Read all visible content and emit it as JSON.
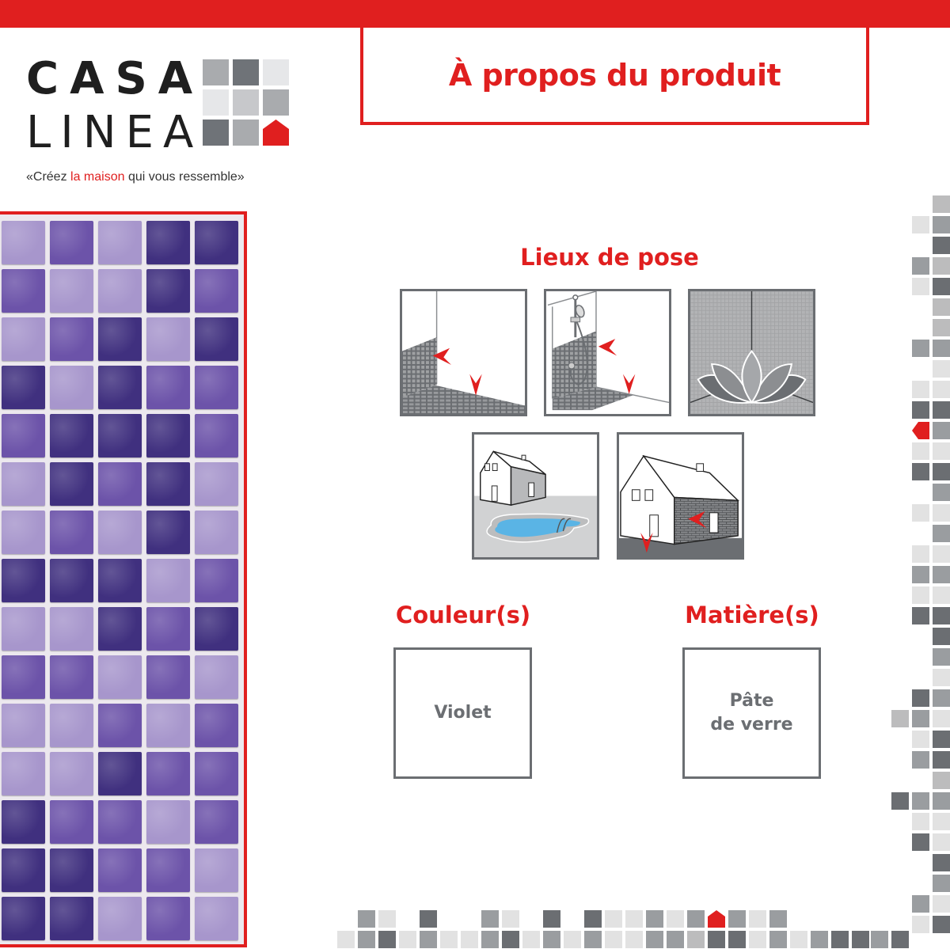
{
  "brand": {
    "name_line1": "CASA",
    "name_line2": "LINEA",
    "tagline_prefix": "«Créez ",
    "tagline_highlight": "la maison",
    "tagline_suffix": " qui vous ressemble»",
    "colors": {
      "red": "#e01f1f",
      "dark_gray": "#6b6e72",
      "mid_gray": "#9a9da0",
      "light_gray": "#e2e2e2",
      "silver": "#bcbcbd"
    }
  },
  "header": {
    "title": "À propos du produit"
  },
  "placement": {
    "title": "Lieux de pose",
    "icons": [
      {
        "id": "indoor-wall-floor",
        "name": "indoor-wall-floor-icon"
      },
      {
        "id": "shower",
        "name": "shower-icon"
      },
      {
        "id": "spa",
        "name": "spa-lotus-icon"
      },
      {
        "id": "pool",
        "name": "pool-house-icon"
      },
      {
        "id": "exterior",
        "name": "exterior-wall-house-icon"
      }
    ]
  },
  "colors_section": {
    "title": "Couleur(s)",
    "value": "Violet"
  },
  "material_section": {
    "title": "Matière(s)",
    "value": "Pâte\nde verre"
  },
  "mosaic": {
    "shades": {
      "L": "#a796cc",
      "M": "#6c53a9",
      "D": "#40307f"
    },
    "rows": [
      "LMLDD",
      "MLLDM",
      "LMDLD",
      "DLDMM",
      "MDDDM",
      "LDMDL",
      "LMLDL",
      "DDDLM",
      "LLDMD",
      "MMLML",
      "LLMLM",
      "LLDMM",
      "DMMLM",
      "DDMML",
      "DDLML"
    ]
  }
}
